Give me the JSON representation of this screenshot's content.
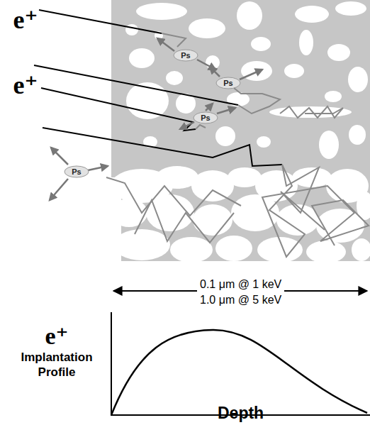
{
  "diagram": {
    "nodes": [
      {
        "text": [
          "Ps"
        ]
      },
      {
        "text": [
          "Ps"
        ]
      },
      {
        "text": [
          "Ps"
        ]
      },
      {
        "text": [
          "Ps"
        ]
      }
    ],
    "labels": [
      "e⁺",
      "e⁺",
      "0.1 μm @ 1 keV",
      "1.0 μm @ 5 keV",
      "e⁺",
      "Implantation Profile",
      "Depth"
    ]
  }
}
